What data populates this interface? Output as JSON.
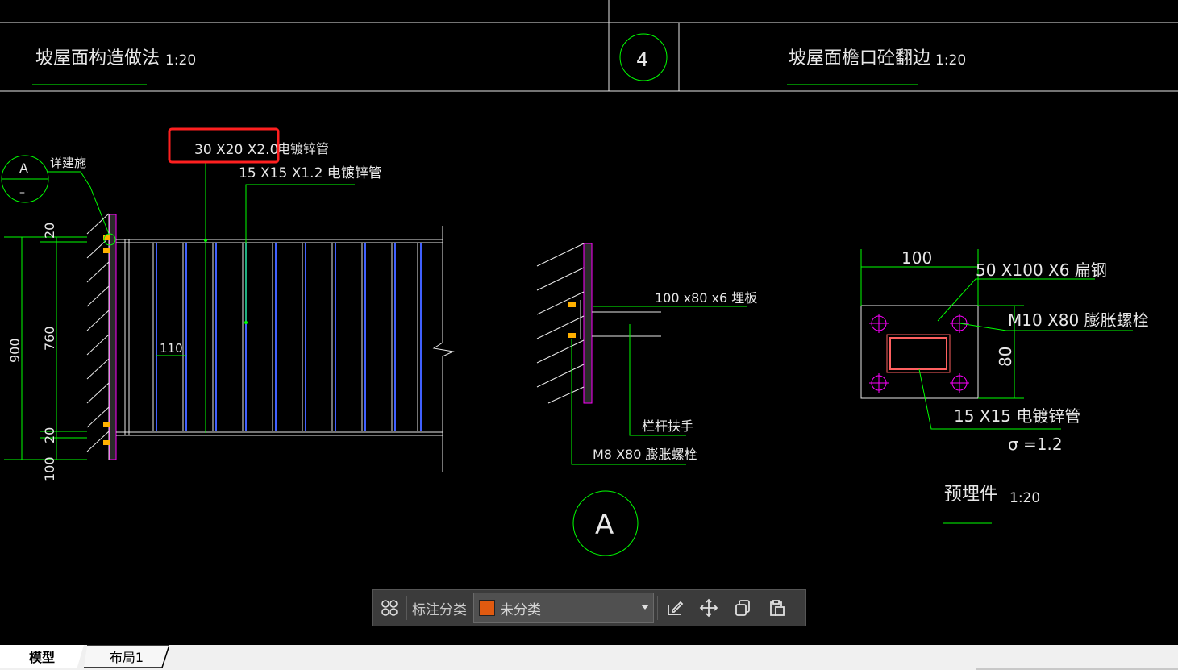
{
  "drawing": {
    "title_left": "坡屋面构造做法",
    "scale_left": "1:20",
    "circle_number": "4",
    "title_right": "坡屋面檐口砼翻边",
    "scale_right": "1:20",
    "ref_bubble_top": "A",
    "ref_bubble_bottom": "–",
    "ref_note": "详建施",
    "tube_main": "30 X20 X2.0",
    "tube_main_suffix": "电镀锌管",
    "tube_sub": "15 X15 X1.2 电镀锌管",
    "dim_900": "900",
    "dim_760": "760",
    "dim_20_top": "20",
    "dim_20_bottom": "20",
    "dim_100": "100",
    "dim_110": "110",
    "plate_label": "100 x80 x6 埋板",
    "handrail_label": "栏杆扶手",
    "bolt_m8": "M8 X80 膨胀螺栓",
    "detail_a": "A",
    "pre_dim_100": "100",
    "pre_dim_80": "80",
    "flat_steel": "50 X100 X6 扁钢",
    "bolt_m10": "M10 X80 膨胀螺栓",
    "tube_15": "15 X15 电镀锌管",
    "sigma": "σ =1.2",
    "embedded_title": "预埋件",
    "embedded_scale": "1:20"
  },
  "toolbar": {
    "label": "标注分类",
    "selected": "未分类",
    "swatch_color": "#e05a10"
  },
  "tabs": {
    "model": "模型",
    "layout1": "布局1"
  },
  "colors": {
    "cad_green": "#00ff00",
    "cad_blue": "#4060ff",
    "cad_magenta": "#ff00ff",
    "cad_white": "#e8e8e8",
    "highlight_red": "#ff2020"
  }
}
